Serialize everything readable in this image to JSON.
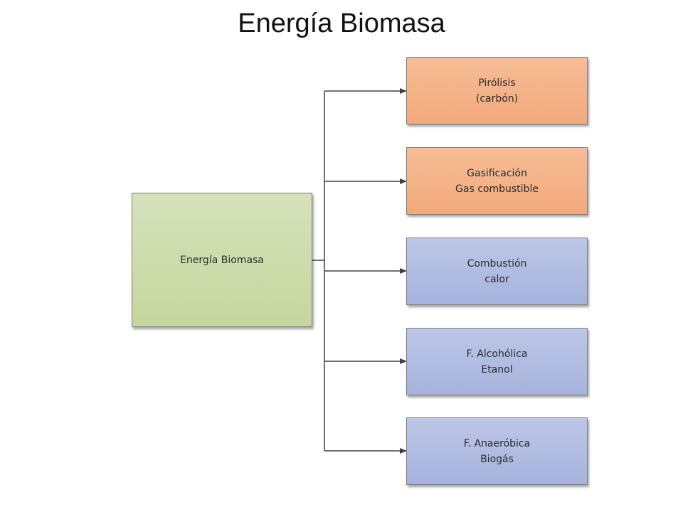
{
  "title": "Energía Biomasa",
  "root": {
    "label": "Energía Biomasa",
    "color": "#cbd9ab"
  },
  "branches": [
    {
      "line1": "Pirólisis",
      "line2": "(carbón)",
      "color": "#f4b183"
    },
    {
      "line1": "Gasificación",
      "line2": "Gas combustible",
      "color": "#f4b183"
    },
    {
      "line1": "Combustión",
      "line2": "calor",
      "color": "#b4c0e4"
    },
    {
      "line1": "F. Alcohólica",
      "line2": "Etanol",
      "color": "#b4c0e4"
    },
    {
      "line1": "F. Anaeróbica",
      "line2": "Biogás",
      "color": "#b4c0e4"
    }
  ],
  "connector_color": "#404040"
}
